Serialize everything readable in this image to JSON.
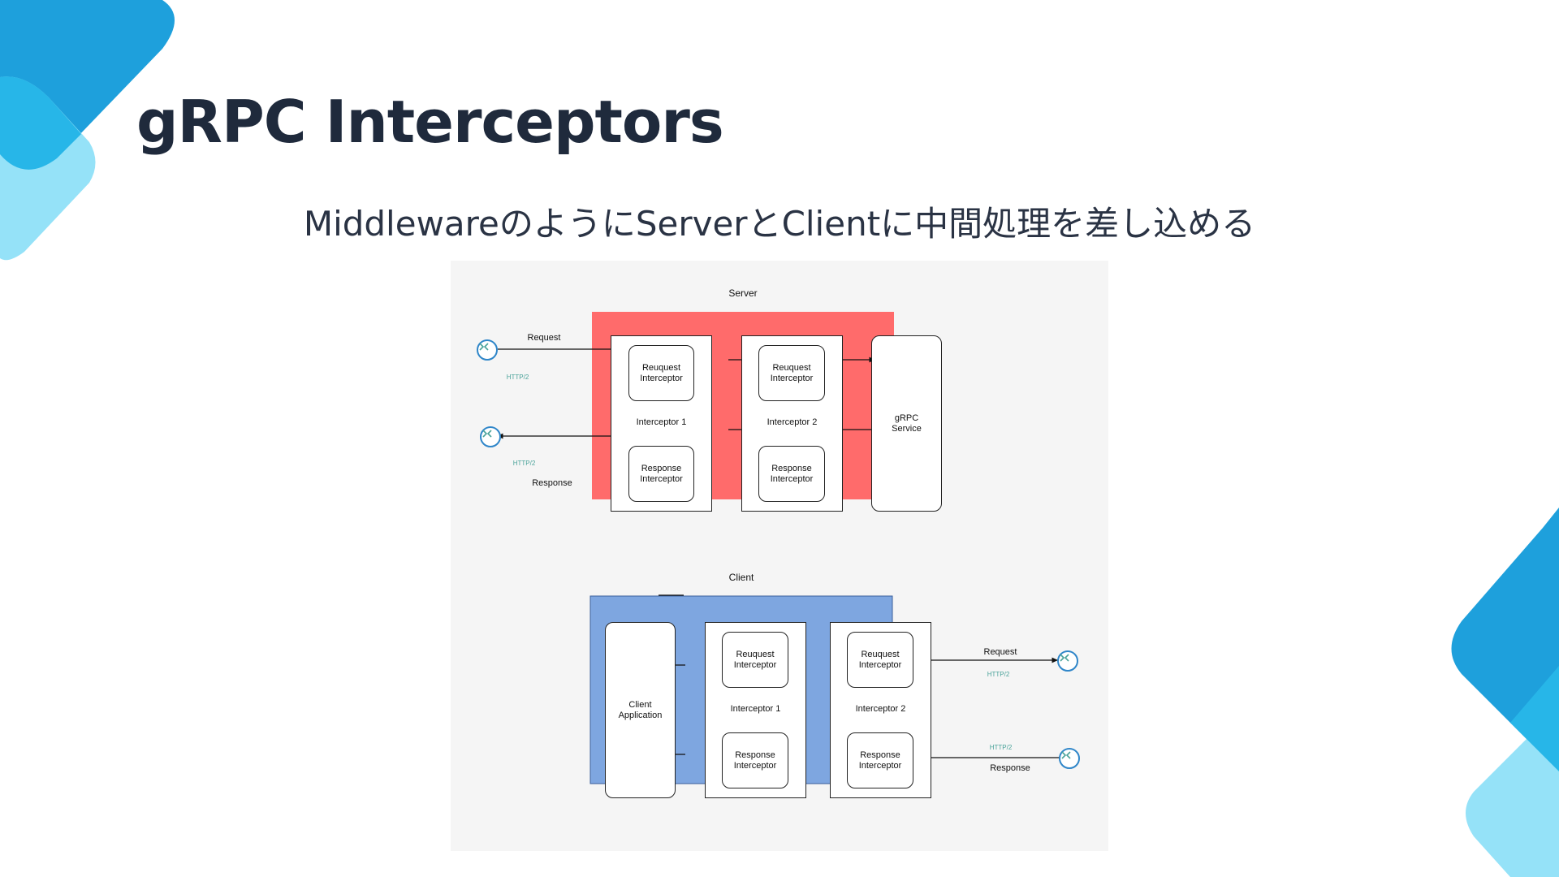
{
  "slide": {
    "title": "gRPC Interceptors",
    "subtitle": "MiddlewareのようにServerとClientに中間処理を差し込める"
  },
  "colors": {
    "title": "#1f2a3c",
    "server_bg": "#ff6b6b",
    "client_bg": "#7ea6e0",
    "accent_dark": "#1ea0dc",
    "accent_light": "#8fe0f8",
    "http_label": "#4aa39a"
  },
  "diagram": {
    "server": {
      "title": "Server",
      "request_label": "Request",
      "request_protocol": "HTTP/2",
      "response_label": "Response",
      "response_protocol": "HTTP/2",
      "interceptor1": {
        "name": "Interceptor 1",
        "request": "Reuquest\nInterceptor",
        "response": "Response\nInterceptor"
      },
      "interceptor2": {
        "name": "Interceptor 2",
        "request": "Reuquest\nInterceptor",
        "response": "Response\nInterceptor"
      },
      "service": "gRPC\nService"
    },
    "client": {
      "title": "Client",
      "application": "Client\nApplication",
      "request_label": "Request",
      "request_protocol": "HTTP/2",
      "response_label": "Response",
      "response_protocol": "HTTP/2",
      "interceptor1": {
        "name": "Interceptor 1",
        "request": "Reuquest\nInterceptor",
        "response": "Response\nInterceptor"
      },
      "interceptor2": {
        "name": "Interceptor 2",
        "request": "Reuquest\nInterceptor",
        "response": "Response\nInterceptor"
      }
    },
    "endpoint_icon": "network-endpoint-icon"
  }
}
